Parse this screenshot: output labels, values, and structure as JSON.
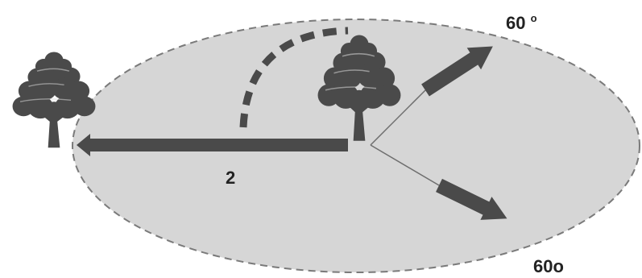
{
  "labels": {
    "distance": "2",
    "angle_top": "60",
    "angle_top_sup": "o",
    "angle_bottom": "60o"
  },
  "colors": {
    "background": "#ffffff",
    "ellipse_fill": "#d6d6d6",
    "ellipse_stroke": "#7a7a7a",
    "shape_fill": "#4a4a4a",
    "thin_line": "#6e6e6e",
    "text": "#222222"
  },
  "icons": {
    "left_tree": "tree-icon",
    "center_tree": "tree-icon"
  }
}
